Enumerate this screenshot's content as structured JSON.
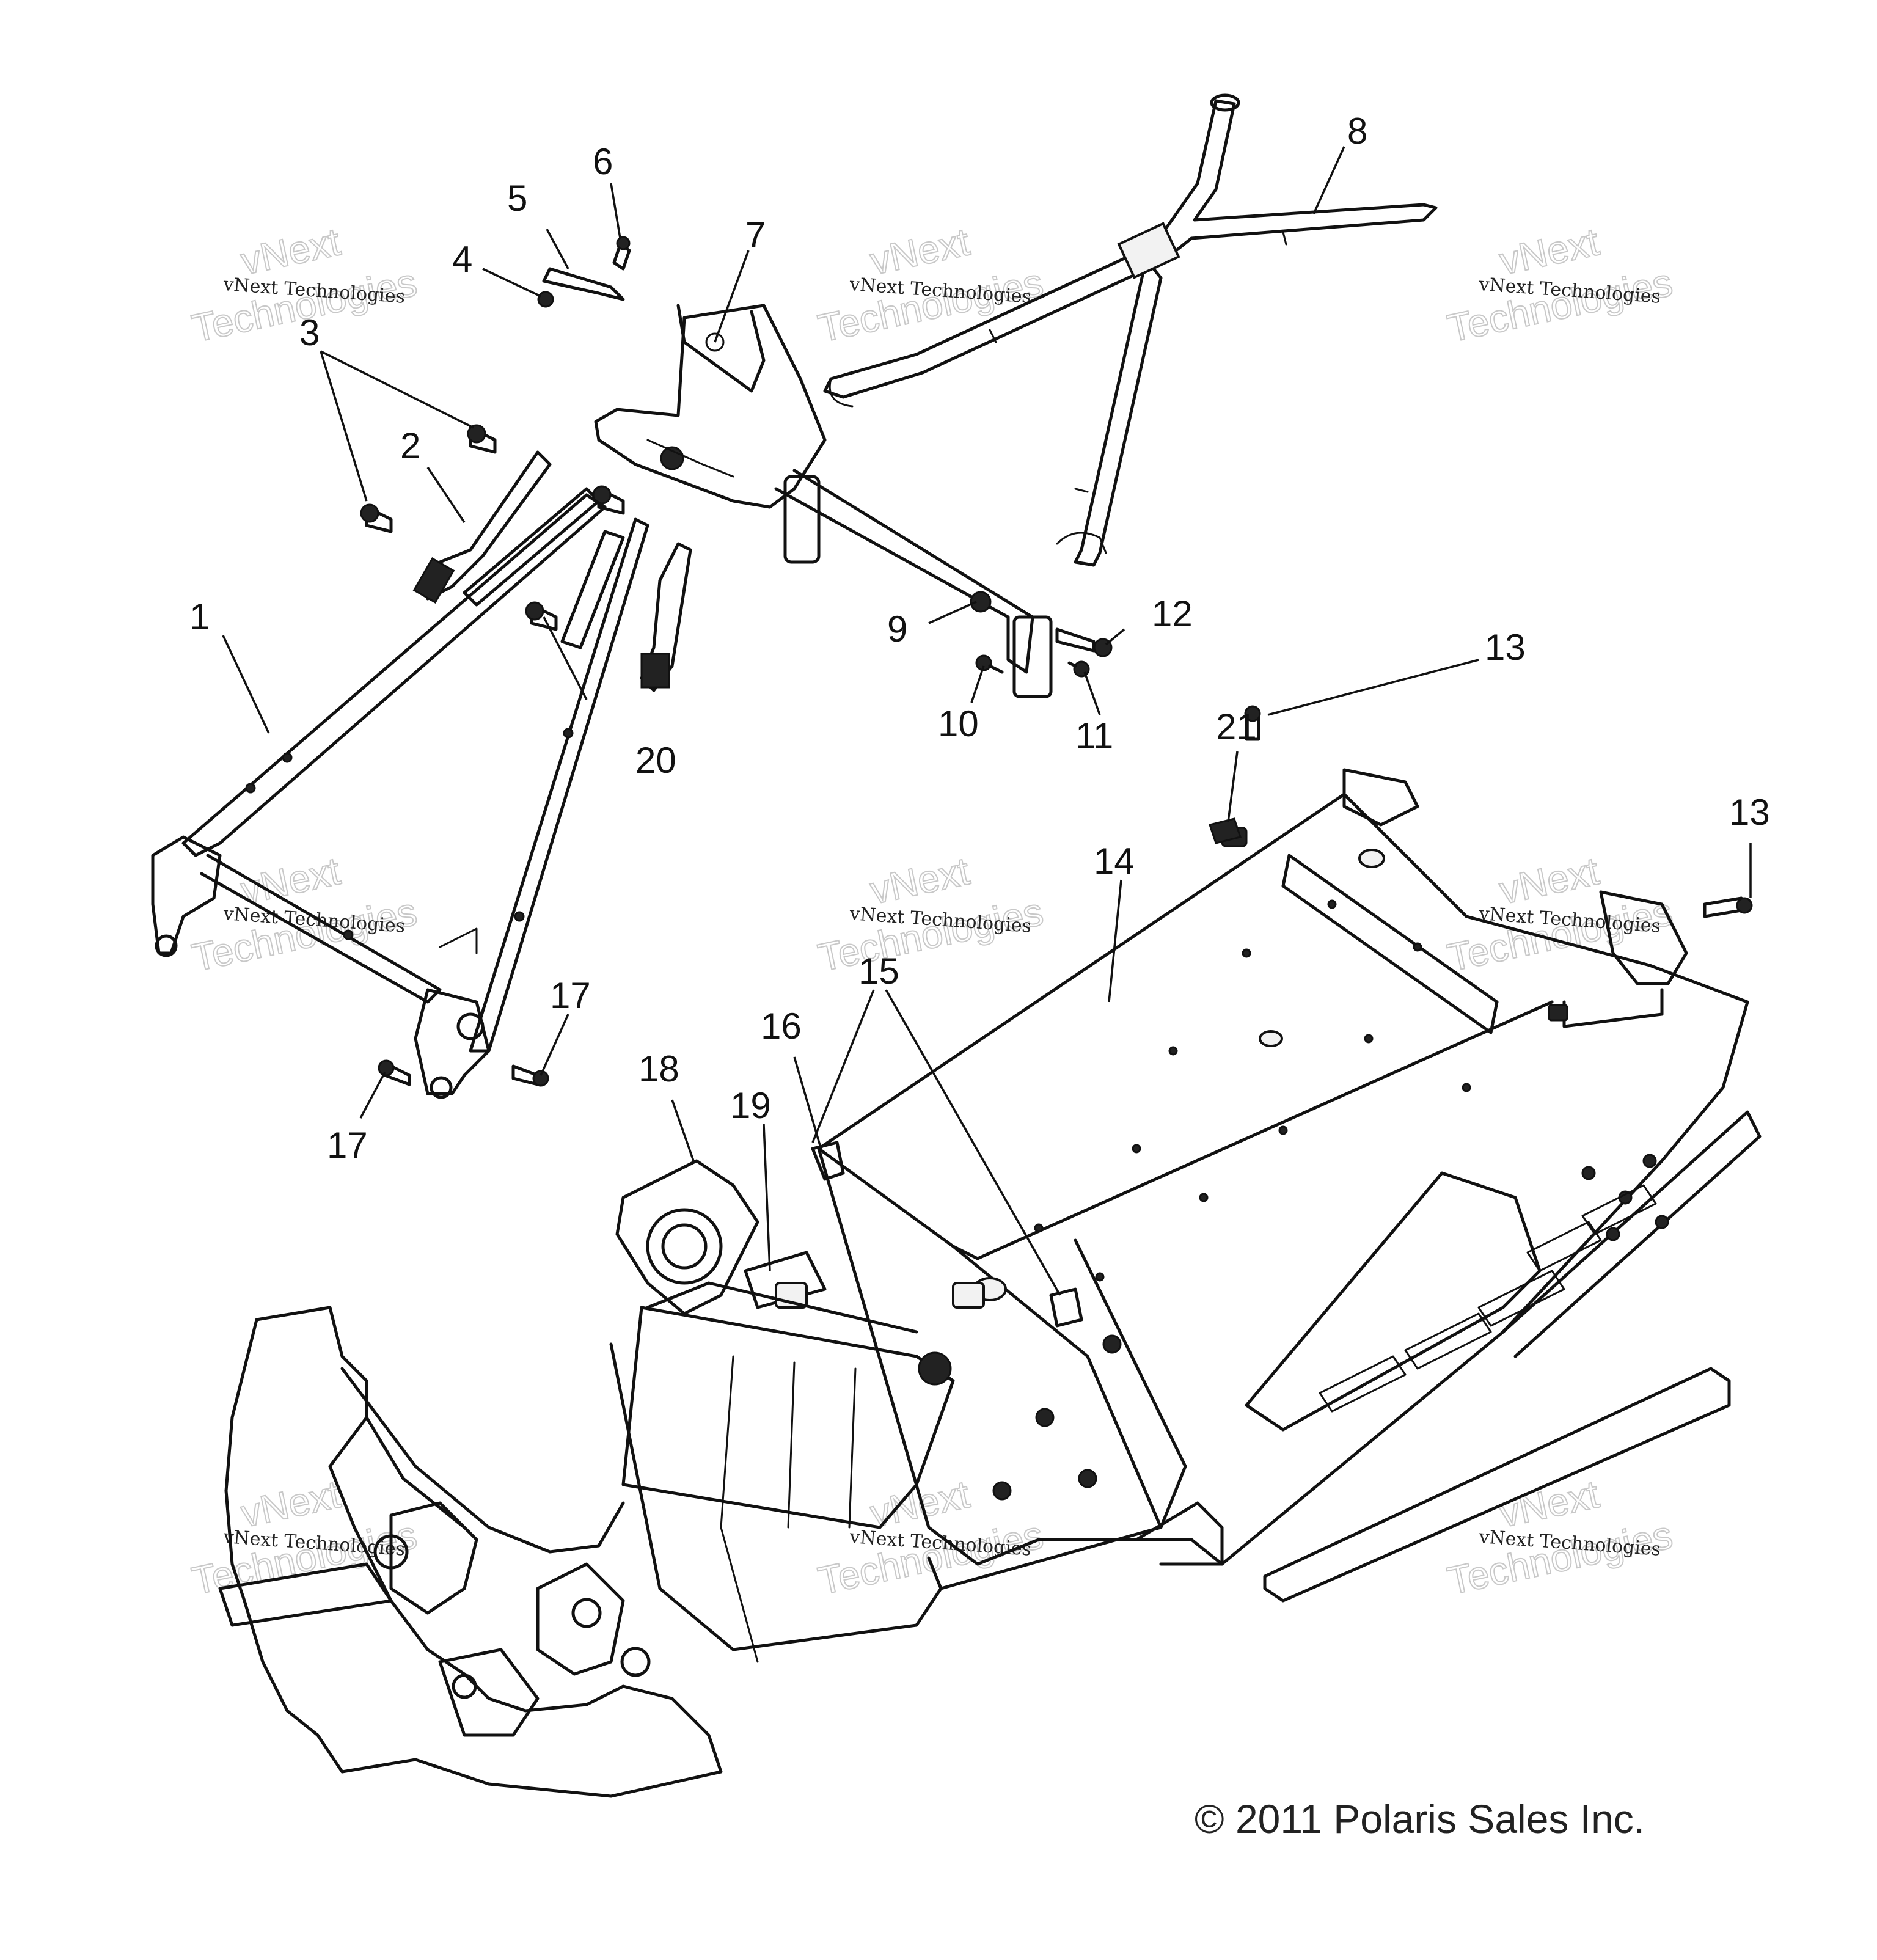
{
  "callouts": [
    {
      "id": "1",
      "label": "1"
    },
    {
      "id": "2",
      "label": "2"
    },
    {
      "id": "3",
      "label": "3"
    },
    {
      "id": "4",
      "label": "4"
    },
    {
      "id": "5",
      "label": "5"
    },
    {
      "id": "6",
      "label": "6"
    },
    {
      "id": "7",
      "label": "7"
    },
    {
      "id": "8",
      "label": "8"
    },
    {
      "id": "9",
      "label": "9"
    },
    {
      "id": "10",
      "label": "10"
    },
    {
      "id": "11",
      "label": "11"
    },
    {
      "id": "12",
      "label": "12"
    },
    {
      "id": "13a",
      "label": "13"
    },
    {
      "id": "13b",
      "label": "13"
    },
    {
      "id": "14",
      "label": "14"
    },
    {
      "id": "15",
      "label": "15"
    },
    {
      "id": "16",
      "label": "16"
    },
    {
      "id": "17a",
      "label": "17"
    },
    {
      "id": "17b",
      "label": "17"
    },
    {
      "id": "18",
      "label": "18"
    },
    {
      "id": "19",
      "label": "19"
    },
    {
      "id": "20",
      "label": "20"
    },
    {
      "id": "21",
      "label": "21"
    }
  ],
  "watermark": {
    "company": "vNext Technologies",
    "line1": "vNext",
    "line2": "Technologies"
  },
  "copyright": "© 2011 Polaris Sales Inc."
}
